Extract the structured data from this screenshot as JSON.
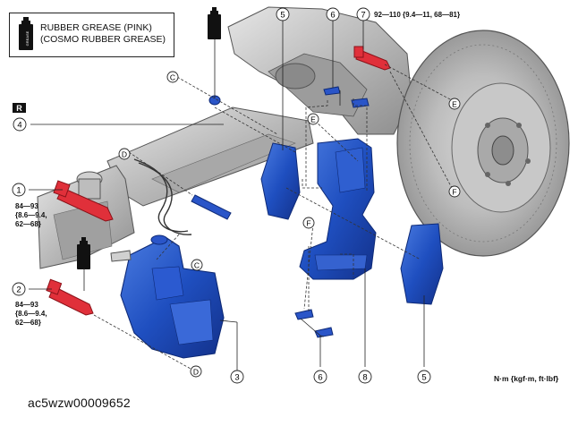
{
  "legend": {
    "line1": "RUBBER GREASE (PINK)",
    "line2": "(COSMO RUBBER GREASE)",
    "icon": "grease-tube-icon",
    "icon_label": "GREASE"
  },
  "side_marker": "R",
  "callouts": {
    "c1": "1",
    "c2": "2",
    "c3": "3",
    "c4": "4",
    "c5a": "5",
    "c5b": "5",
    "c6a": "6",
    "c6b": "6",
    "c7": "7",
    "c8": "8",
    "lC1": "C",
    "lC2": "C",
    "lD1": "D",
    "lD2": "D",
    "lE1": "E",
    "lE2": "E",
    "lF1": "F",
    "lF2": "F"
  },
  "torque": {
    "t1": [
      "84—93",
      "{8.6—9.4,",
      "62—68}"
    ],
    "t2": [
      "84—93",
      "{8.6—9.4,",
      "62—68}"
    ],
    "t7": "92—110 {9.4—11, 68—81}"
  },
  "unit_note": "N·m {kgf·m, ft·lbf}",
  "figure_id": "ac5wzw00009652",
  "colors": {
    "part_blue": "#1f4fc0",
    "bolt_red": "#e0303a",
    "steel_gray": "#b8b8b8"
  }
}
